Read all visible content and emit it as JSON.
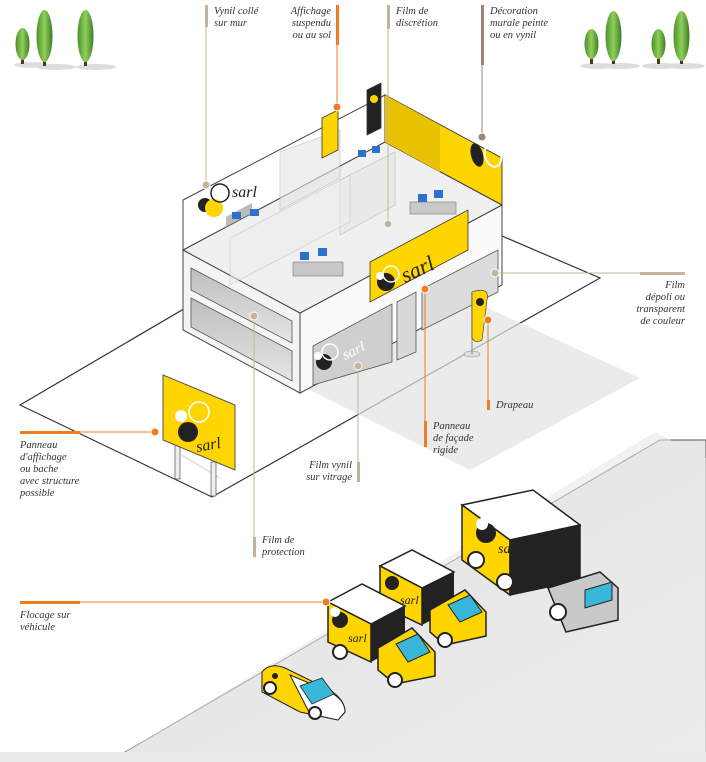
{
  "brand": {
    "name": "sarl",
    "colors": {
      "yellow": "#ffd500",
      "orange": "#f07d1e",
      "beige": "#c2b59b",
      "brown": "#9a8578",
      "dark": "#222222",
      "screen_blue": "#2f6fcf",
      "windshield": "#3ab7d8",
      "tree_green": "#5fa83a",
      "ground": "#e9e9e9"
    }
  },
  "labels": {
    "vinyl_wall": "Vynil collé\nsur mur",
    "hanging_display": "Affichage\nsuspendu\nou au sol",
    "privacy_film": "Film de\ndiscrétion",
    "wall_decoration": "Décoration\nmurale peinte\nou en vynil",
    "frosted_film": "Film\ndépoli ou\ntransparent\nde couleur",
    "billboard": "Panneau\nd'affichage\nou bache\navec structure\npossible",
    "flag": "Drapeau",
    "facade_panel": "Panneau\nde façade\nrigide",
    "window_vinyl": "Film vynil\nsur vitrage",
    "protection_film": "Film de\nprotection",
    "vehicle_wrap": "Flocage sur\nvéhicule"
  }
}
